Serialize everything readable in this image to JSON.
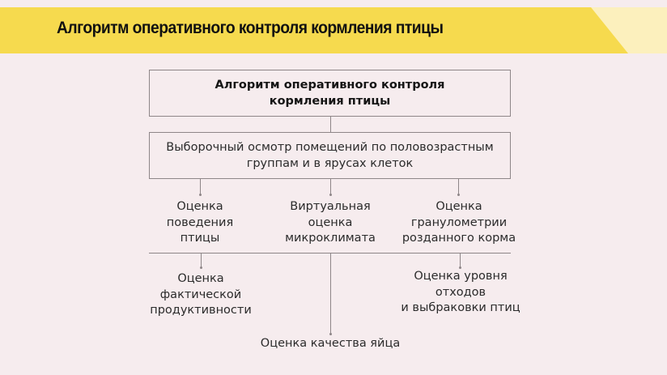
{
  "header": {
    "title": "Алгоритм оперативного контроля кормления птицы",
    "colors": {
      "banner": "#f6da4e",
      "banner_light": "#fcf0bd",
      "background": "#f6ecee",
      "connector": "#8e8688"
    }
  },
  "diagram": {
    "root": "Алгоритм оперативного контроля\nкормления птицы",
    "step": "Выборочный осмотр помещений по половозрастным\nгруппам и в ярусах клеток",
    "level1": [
      {
        "label": "Оценка\nповедения\nптицы"
      },
      {
        "label": "Виртуальная\nоценка\nмикроклимата"
      },
      {
        "label": "Оценка\nгранулометрии\nрозданного корма"
      }
    ],
    "level2": [
      {
        "label": "Оценка\nфактической\nпродуктивности"
      },
      {
        "label": "Оценка качества яйца"
      },
      {
        "label": "Оценка уровня\nотходов\nи выбраковки птиц"
      }
    ]
  }
}
